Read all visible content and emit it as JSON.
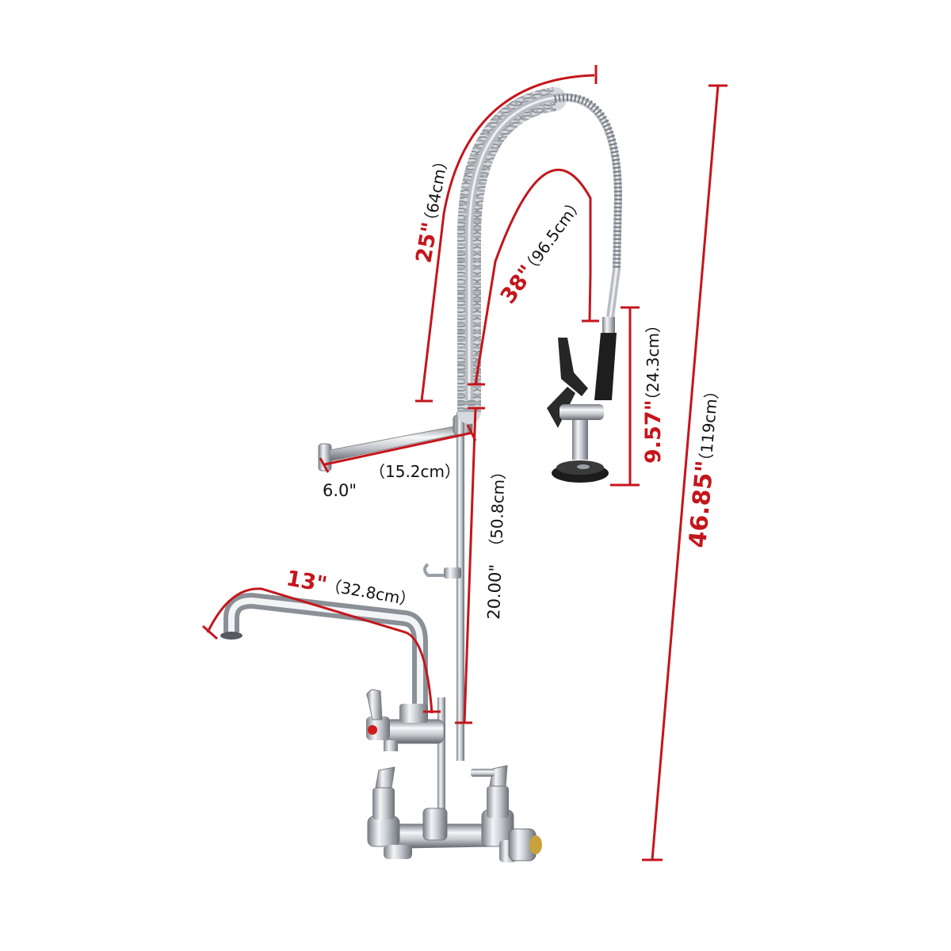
{
  "product": "pre-rinse faucet",
  "colors": {
    "dimension": "#c4161c",
    "chrome_light": "#f2f3f5",
    "chrome_mid": "#b8bcc2",
    "chrome_dark": "#6d7178",
    "handle_black": "#1e1e1e",
    "hot_dot": "#d11a1a",
    "brass": "#c9a13b"
  },
  "dimensions": {
    "spring_height": {
      "imperial": "25\"",
      "metric": "（64cm）"
    },
    "hose_length": {
      "imperial": "38\"",
      "metric": "（96.5cm）"
    },
    "sprayer_length": {
      "imperial": "9.57\"",
      "metric": "（24.3cm）"
    },
    "overall_height": {
      "imperial": "46.85\"",
      "metric": "（119cm）"
    },
    "wall_bracket": {
      "imperial": "6.0\"",
      "metric": "（15.2cm）"
    },
    "riser_height": {
      "imperial": "20.00\"",
      "metric": "（50.8cm）"
    },
    "spout_length": {
      "imperial": "13\"",
      "metric": "（32.8cm）"
    }
  }
}
